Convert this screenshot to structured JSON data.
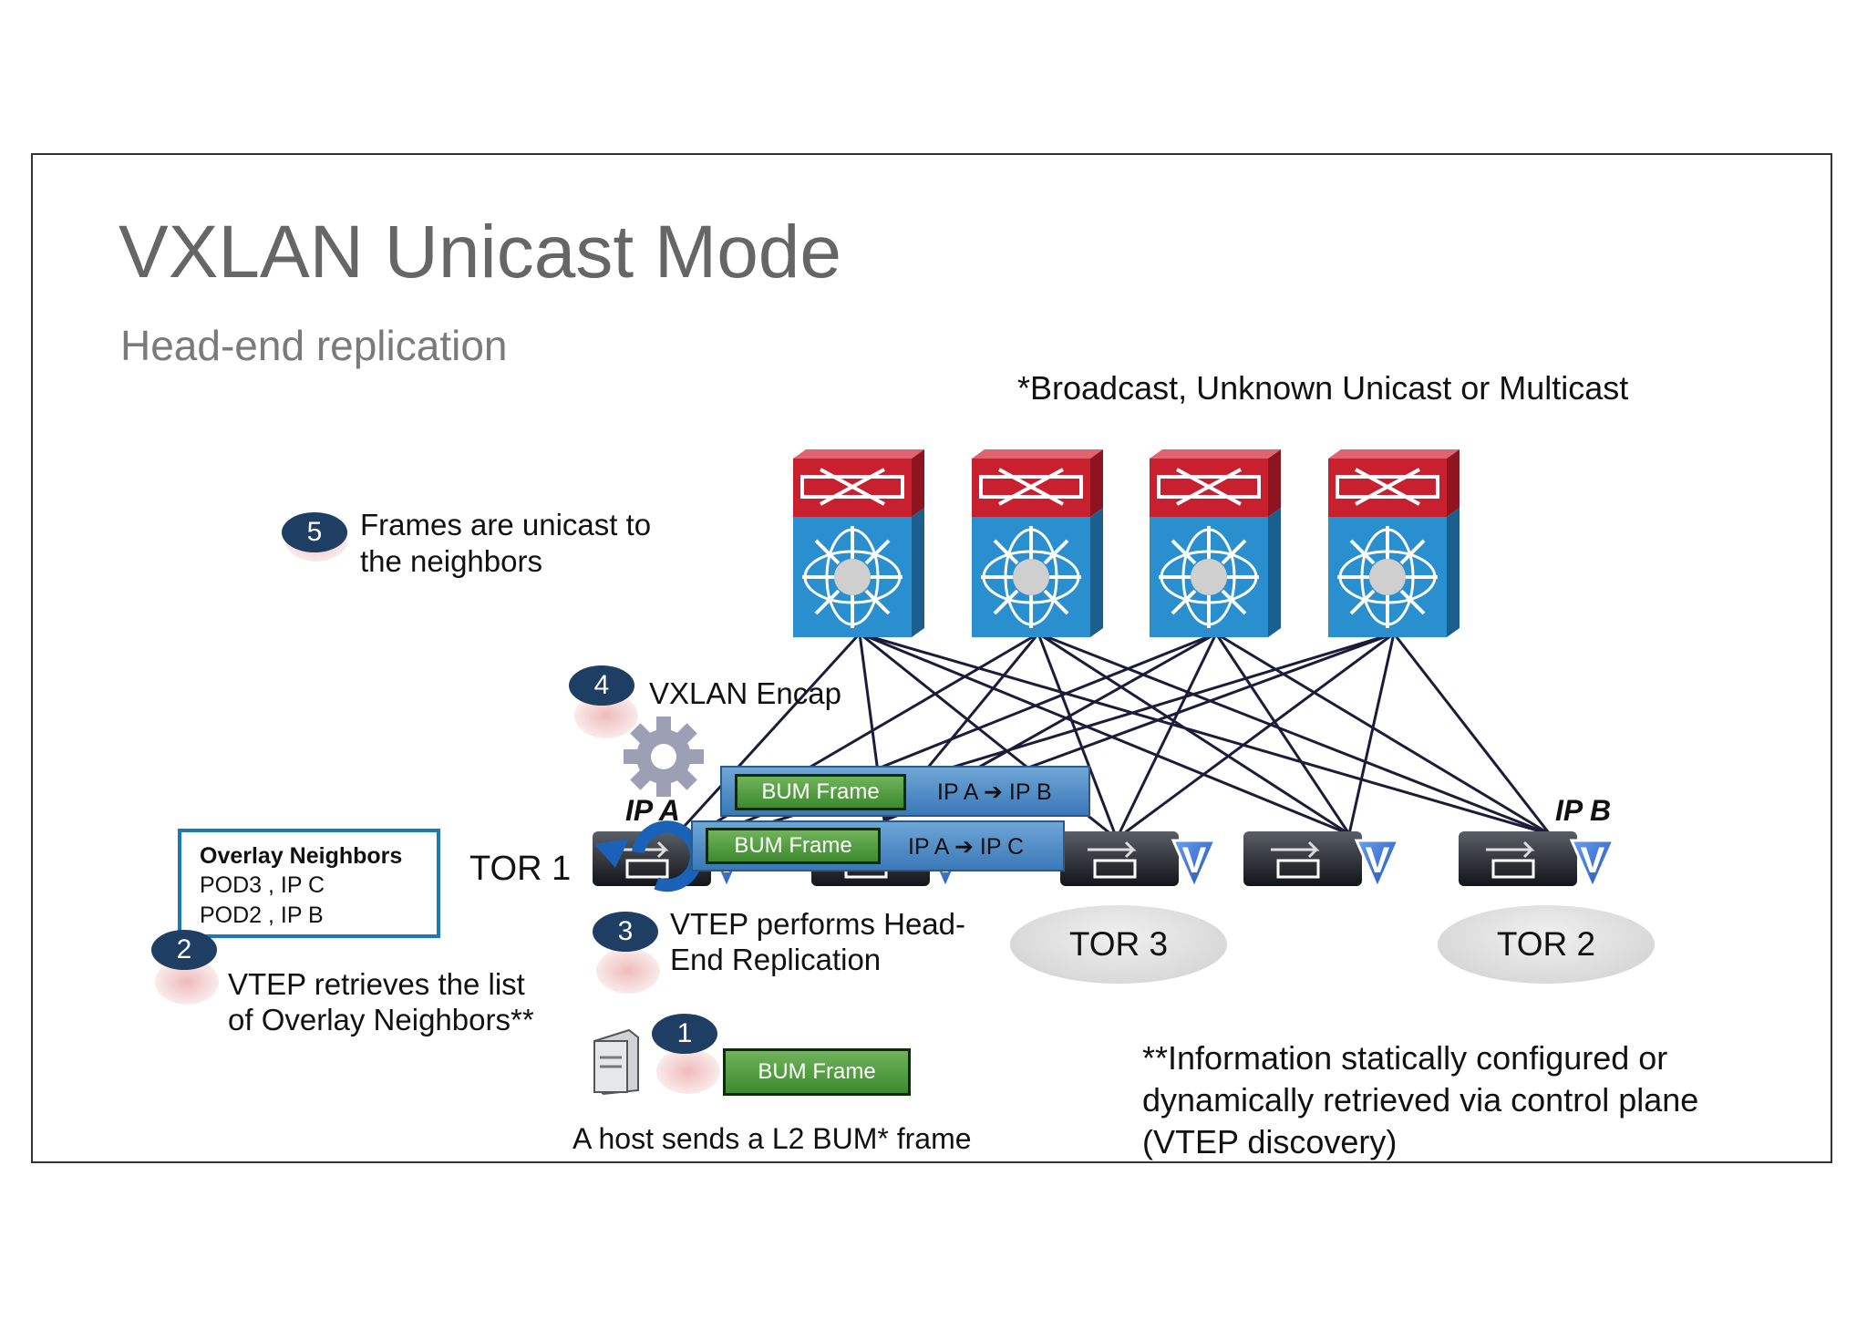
{
  "title": "VXLAN Unicast Mode",
  "subtitle": "Head-end replication",
  "bum_note": "*Broadcast, Unknown Unicast or Multicast",
  "steps": [
    {
      "num": "1",
      "text": "A host sends a L2 BUM* frame"
    },
    {
      "num": "2",
      "line1": "VTEP retrieves the list",
      "line2": "of Overlay Neighbors**"
    },
    {
      "num": "3",
      "line1": "VTEP performs Head-",
      "line2": "End Replication"
    },
    {
      "num": "4",
      "text": "VXLAN Encap"
    },
    {
      "num": "5",
      "line1": "Frames are unicast to",
      "line2": "the neighbors"
    }
  ],
  "overlay_neighbors": {
    "header": "Overlay Neighbors",
    "rows": [
      "POD3 , IP C",
      "POD2 , IP B"
    ]
  },
  "bum_frame_label": "BUM Frame",
  "packets": [
    {
      "frame": "BUM Frame",
      "src": "IP A",
      "dst": "IP B"
    },
    {
      "frame": "BUM Frame",
      "src": "IP A",
      "dst": "IP C"
    }
  ],
  "tor_labels": {
    "tor1": "TOR 1",
    "tor3": "TOR 3",
    "tor2": "TOR 2"
  },
  "ip_labels": {
    "ip_a": "IP A",
    "ip_b": "IP B"
  },
  "footnote": {
    "line1": "**Information statically configured or",
    "line2": "dynamically retrieved via control plane",
    "line3": "(VTEP discovery)"
  },
  "colors": {
    "spine_top": "#c8202f",
    "spine_bottom": "#2a8fcf",
    "badge": "#1f3e63",
    "frame_green": "#4f9a3c",
    "packet_blue": "#4f8cc6",
    "neighbor_border": "#1a7ab8",
    "vtep_badge": "#2a6fd6"
  },
  "icons": [
    "spine-switch-icon",
    "leaf-switch-icon",
    "vtep-v-icon",
    "gear-icon",
    "server-icon",
    "replicate-arrow-icon"
  ]
}
